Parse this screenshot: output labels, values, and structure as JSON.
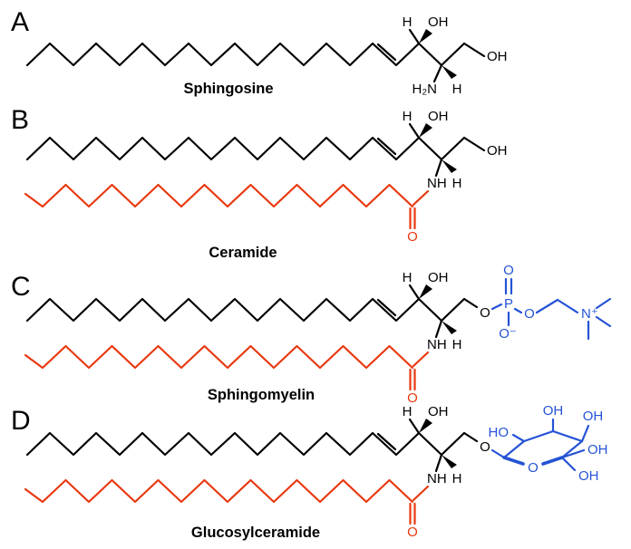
{
  "figure": {
    "colors": {
      "backbone": "#000000",
      "fatty_acyl": "#e8380f",
      "headgroup": "#2553d6"
    },
    "panels": [
      {
        "letter": "A",
        "name": "Sphingosine",
        "labels": {
          "h_c3": "H",
          "oh_c3": "OH",
          "oh_c1": "OH",
          "amine": "H₂N",
          "h_c2": "H"
        }
      },
      {
        "letter": "B",
        "name": "Ceramide",
        "labels": {
          "h_c3": "H",
          "oh_c3": "OH",
          "oh_c1": "OH",
          "nh": "NH",
          "h_c2": "H",
          "carbonyl_o": "O"
        }
      },
      {
        "letter": "C",
        "name": "Sphingomyelin",
        "labels": {
          "h_c3": "H",
          "oh_c3": "OH",
          "nh": "NH",
          "h_c2": "H",
          "carbonyl_o": "O",
          "ester_o": "O",
          "phosphorus": "P",
          "phosphoryl_o": "O",
          "o_minus": "O⁻",
          "bridge_o": "O",
          "n_plus": "N⁺"
        }
      },
      {
        "letter": "D",
        "name": "Glucosylceramide",
        "labels": {
          "h_c3": "H",
          "oh_c3": "OH",
          "nh": "NH",
          "h_c2": "H",
          "carbonyl_o": "O",
          "glycosidic_o": "O",
          "ring_o": "O",
          "ho_left": "HO",
          "oh_top": "OH",
          "oh_top_right": "OH",
          "oh_right": "OH",
          "oh_bottom": "OH"
        }
      }
    ]
  }
}
